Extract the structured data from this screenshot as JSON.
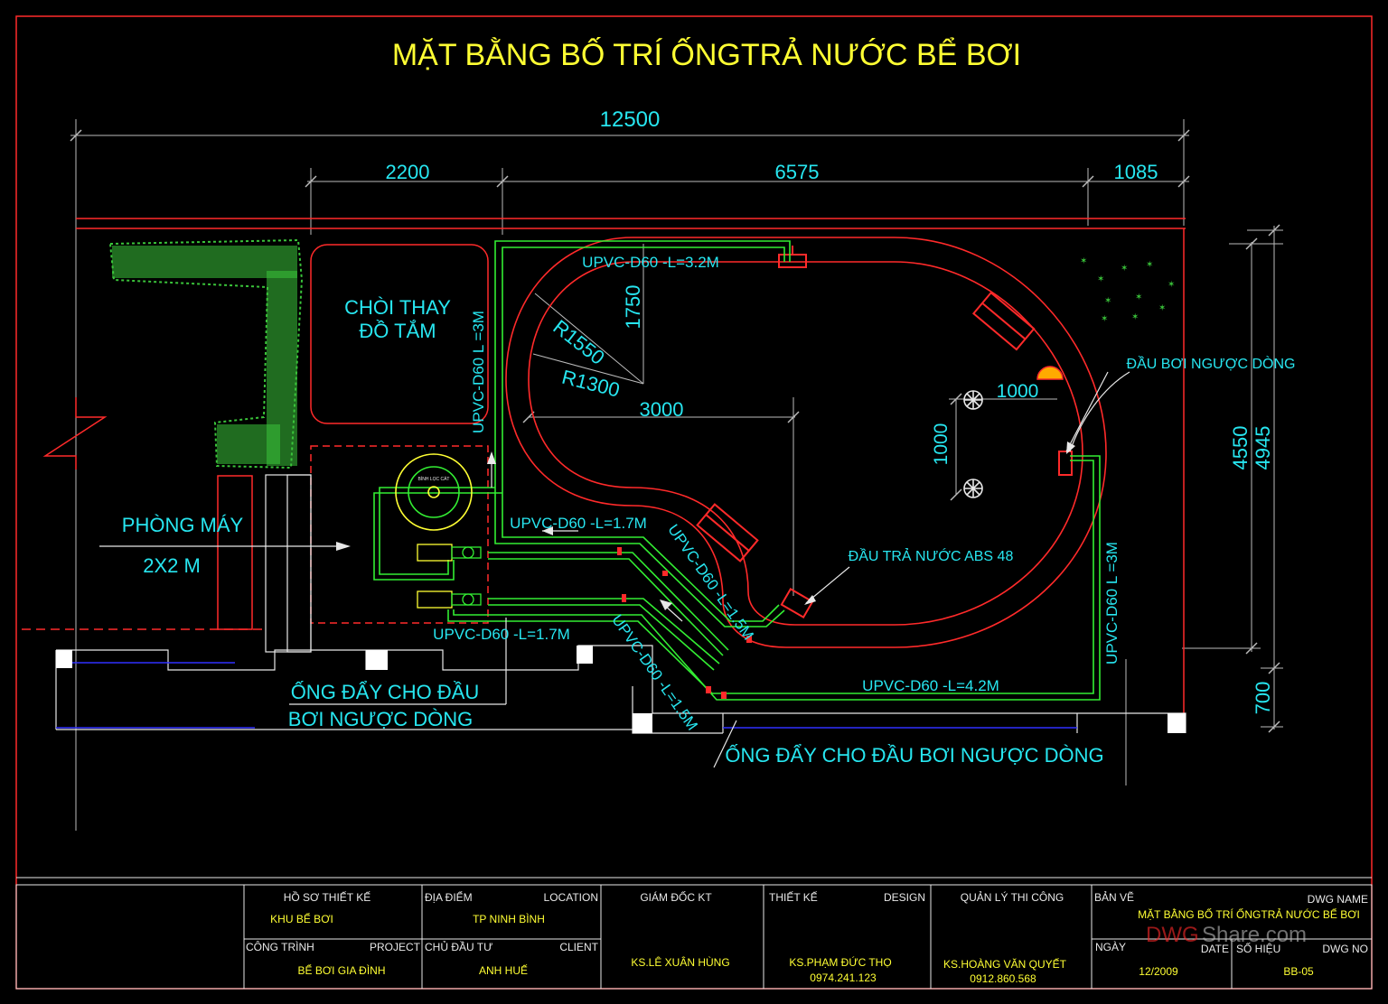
{
  "title": "MẶT BẰNG  BỐ TRÍ ỐNGTRẢ NƯỚC BỂ BƠI",
  "dimensions": {
    "total_width": "12500",
    "seg1": "2200",
    "seg2": "6575",
    "seg3": "1085",
    "height_inner": "4550",
    "height_total": "4945",
    "bottom": "700",
    "r1750": "1750",
    "r1550": "R1550",
    "r1300": "R1300",
    "d3000": "3000",
    "d1000_h": "1000",
    "d1000_v": "1000"
  },
  "rooms": {
    "changing_line1": "CHÒI THAY",
    "changing_line2": "ĐỒ TẮM",
    "pump_room_line1": "PHÒNG MÁY",
    "pump_room_line2": "2X2 M"
  },
  "pipes": {
    "top": "UPVC-D60 -L=3.2M",
    "left_vertical": "UPVC-D60 L =3M",
    "mid_upper": "UPVC-D60 -L=1.7M",
    "mid_lower": "UPVC-D60 -L=1.7M",
    "diag_upper": "UPVC-D60 -L=1.5M",
    "diag_lower": "UPVC-D60 -L=1.5M",
    "bottom": "UPVC-D60 -L=4.2M",
    "right_vertical": "UPVC-D60 L =3M"
  },
  "annotations": {
    "counter_current_head": "ĐẦU BƠI NGƯỢC DÒNG",
    "return_inlet": "ĐẦU TRẢ NƯỚC ABS 48",
    "push_pipe_left_line1": "ỐNG ĐẨY CHO ĐẦU",
    "push_pipe_left_line2": "BƠI NGƯỢC DÒNG",
    "push_pipe_bottom": "ỐNG ĐẨY CHO ĐẦU BƠI NGƯỢC DÒNG",
    "filter_label": "BÌNH LỌC CÁT"
  },
  "title_block": {
    "design_file_label": "HỒ SƠ THIẾT KẾ",
    "design_file_value": "KHU BỂ BƠI",
    "location_label_vi": "ĐỊA ĐIỂM",
    "location_label_en": "LOCATION",
    "location_value": "TP NINH BÌNH",
    "project_label_vi": "CÔNG TRÌNH",
    "project_label_en": "PROJECT",
    "project_value": "BỂ BƠI GIA ĐÌNH",
    "client_label_vi": "CHỦ ĐẦU TƯ",
    "client_label_en": "CLIENT",
    "client_value": "ANH HUẾ",
    "tech_director_label": "GIÁM ĐỐC KT",
    "tech_director_value": "KS.LÊ XUÂN HÙNG",
    "design_label_vi": "THIẾT KẾ",
    "design_label_en": "DESIGN",
    "designer_value": "KS.PHẠM ĐỨC THỌ",
    "designer_phone": "0974.241.123",
    "construction_label": "QUẢN LÝ THI CÔNG",
    "construction_value": "KS.HOÀNG VĂN QUYẾT",
    "construction_phone": "0912.860.568",
    "drawing_label_vi": "BẢN VẼ",
    "drawing_label_en": "DWG NAME",
    "drawing_value": "MẶT BẰNG  BỐ TRÍ ỐNGTRẢ NƯỚC BỂ BƠI",
    "date_label_vi": "NGÀY",
    "date_label_en": "DATE",
    "date_value": "12/2009",
    "dwg_no_label_vi": "SỐ HIỆU",
    "dwg_no_label_en": "DWG NO",
    "dwg_no_value": "BB-05",
    "watermark_a": "DWG",
    "watermark_b": "Share.com"
  },
  "colors": {
    "background": "#000000",
    "wall": "#ff2a2a",
    "pipe": "#33ee33",
    "dimension": "#bbbbbb",
    "label_cyan": "#27e6f0",
    "title_yellow": "#ffff33"
  }
}
